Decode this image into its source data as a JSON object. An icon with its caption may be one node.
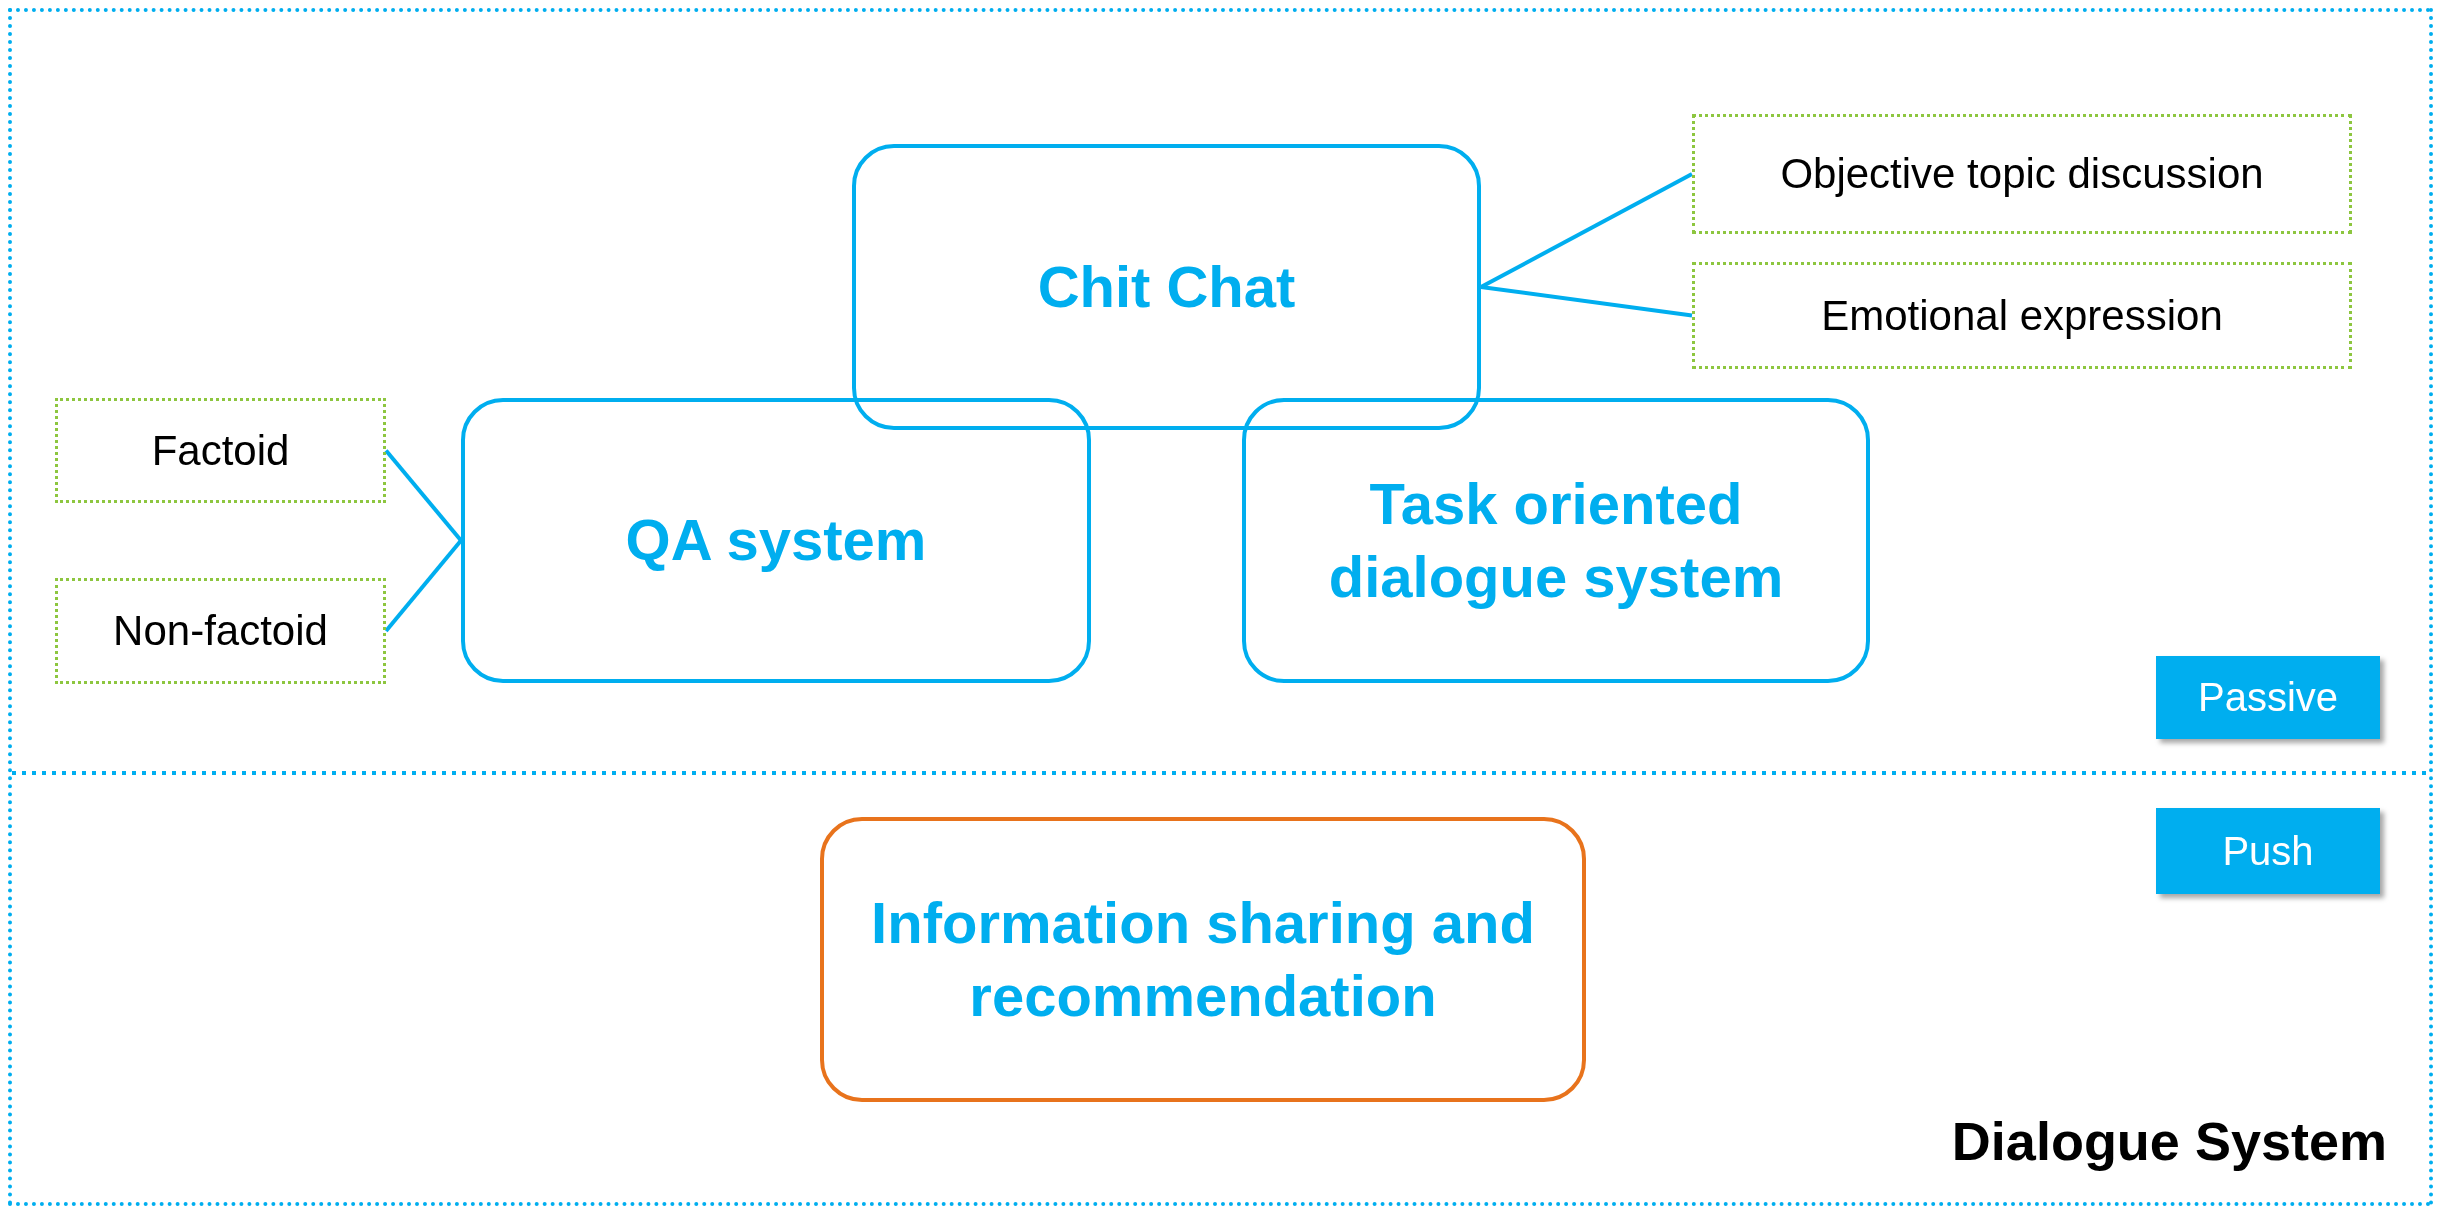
{
  "diagram": {
    "nodes": [
      {
        "text": [
          "Dialogue System"
        ]
      },
      {
        "text": [
          "Chit Chat"
        ],
        "in": 0
      },
      {
        "text": [
          "QA system"
        ],
        "in": 0
      },
      {
        "text": [
          "Task oriented dialogue system"
        ],
        "in": 0
      },
      {
        "text": [
          "Objective topic discussion"
        ],
        "in": 0
      },
      {
        "text": [
          "Emotional expression"
        ],
        "in": 0
      },
      {
        "text": [
          "Factoid"
        ],
        "in": 0
      },
      {
        "text": [
          "Non-factoid"
        ],
        "in": 0
      },
      {
        "text": [
          "Passive"
        ],
        "in": 0
      },
      {
        "text": [
          "Push"
        ],
        "in": 0
      },
      {
        "text": [
          "Information sharing and recommendation"
        ],
        "in": 0
      }
    ],
    "edges": [
      {
        "from": 1,
        "to": 4,
        "arrow": "none"
      },
      {
        "from": 1,
        "to": 5,
        "arrow": "none"
      },
      {
        "from": 2,
        "to": 6,
        "arrow": "none"
      },
      {
        "from": 2,
        "to": 7,
        "arrow": "none"
      }
    ]
  }
}
